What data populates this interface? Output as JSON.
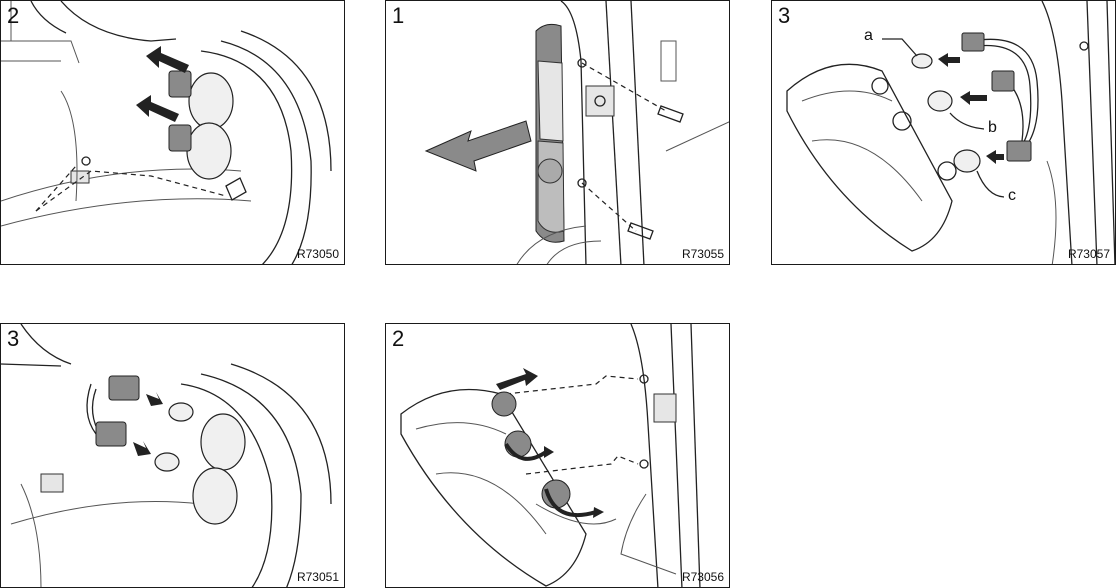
{
  "panels": [
    {
      "step": "2",
      "code": "R73050"
    },
    {
      "step": "1",
      "code": "R73055"
    },
    {
      "step": "3",
      "code": "R73057",
      "callouts": [
        "a",
        "b",
        "c"
      ]
    },
    {
      "step": "3",
      "code": "R73051"
    },
    {
      "step": "2",
      "code": "R73056"
    }
  ]
}
